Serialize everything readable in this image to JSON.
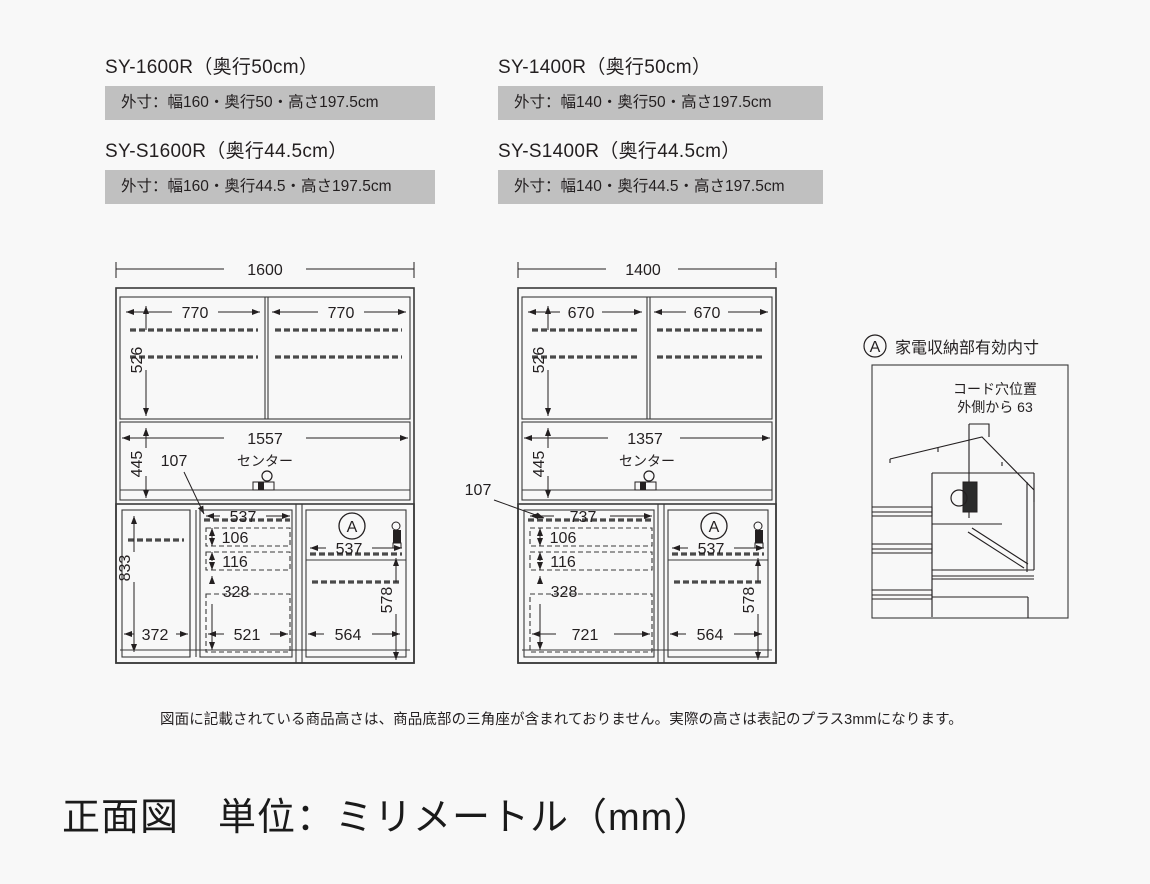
{
  "models": [
    {
      "name": "SY-1600R（奥行50cm）",
      "spec": "外寸：幅160・奥行50・高さ197.5cm"
    },
    {
      "name": "SY-S1600R（奥行44.5cm）",
      "spec": "外寸：幅160・奥行44.5・高さ197.5cm"
    },
    {
      "name": "SY-1400R（奥行50cm）",
      "spec": "外寸：幅140・奥行50・高さ197.5cm"
    },
    {
      "name": "SY-S1400R（奥行44.5cm）",
      "spec": "外寸：幅140・奥行44.5・高さ197.5cm"
    }
  ],
  "drawing_1600": {
    "overall_width": "1600",
    "upper_left_door": "770",
    "upper_right_door": "770",
    "upper_height": "526",
    "middle_width": "1557",
    "middle_height": "445",
    "center_label": "センター",
    "leader_107": "107",
    "tall_cabinet_height": "833",
    "tall_cabinet_width": "372",
    "drawer_width_top": "537",
    "drawer_1": "106",
    "drawer_2": "116",
    "drawer_3": "328",
    "drawer_inner_width": "521",
    "appliance_mark": "A",
    "appliance_width": "537",
    "appliance_bottom_width": "564",
    "appliance_height": "578"
  },
  "drawing_1400": {
    "overall_width": "1400",
    "upper_left_door": "670",
    "upper_right_door": "670",
    "upper_height": "526",
    "middle_width": "1357",
    "middle_height": "445",
    "center_label": "センター",
    "leader_107": "107",
    "drawer_width_top": "737",
    "drawer_1": "106",
    "drawer_2": "116",
    "drawer_3": "328",
    "drawer_inner_width": "721",
    "appliance_mark": "A",
    "appliance_width": "537",
    "appliance_bottom_width": "564",
    "appliance_height": "578"
  },
  "inset": {
    "mark": "A",
    "title": "家電収納部有効内寸",
    "cord_hole_line1": "コード穴位置",
    "cord_hole_line2": "外側から 63"
  },
  "note": "図面に記載されている商品高さは、商品底部の三角座が含まれておりません。実際の高さは表記のプラス3mmになります。",
  "footer_title": "正面図　単位：ミリメートル（mm）",
  "colors": {
    "background": "#f8f8f8",
    "spec_band": "#c0c0c0",
    "ink": "#231f20",
    "line": "#3a3a3a"
  }
}
